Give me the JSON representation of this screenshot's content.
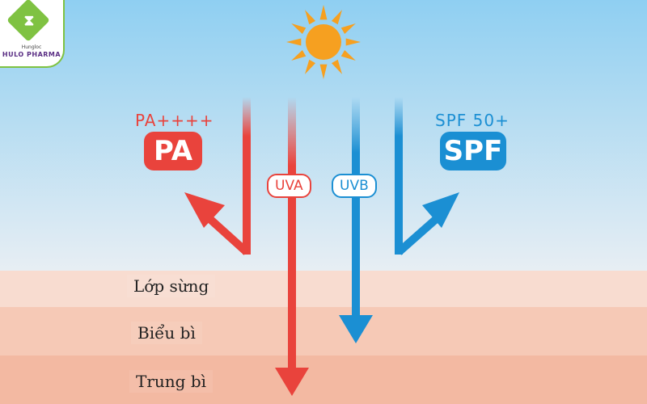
{
  "logo": {
    "small_text": "Hungloc",
    "brand_text": "HULO PHARMA"
  },
  "skin_layers": [
    {
      "label": "Lớp sừng"
    },
    {
      "label": "Biểu bì"
    },
    {
      "label": "Trung bì"
    }
  ],
  "rays": {
    "uva_label": "UVA",
    "uvb_label": "UVB"
  },
  "left_protection": {
    "rating": "PA++++",
    "badge": "PA"
  },
  "right_protection": {
    "rating": "SPF 50+",
    "badge": "SPF"
  },
  "colors": {
    "uva": "#e9433c",
    "uvb": "#1b8fd3",
    "sun": "#f6a020",
    "sky_top": "#9fd3f1",
    "skin_outer": "#f8dcd0",
    "skin_mid": "#f6c9b6",
    "skin_deep": "#f3b9a2"
  }
}
